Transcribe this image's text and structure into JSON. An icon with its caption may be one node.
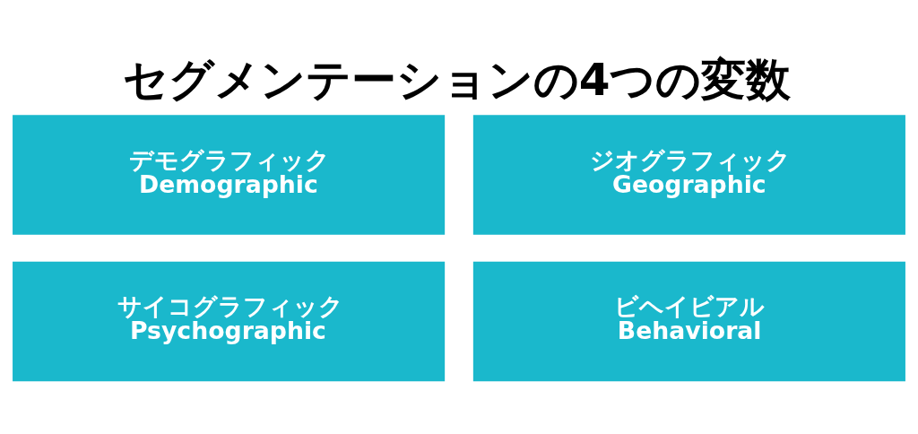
{
  "diagram": {
    "title": "セグメンテーションの4つの変数",
    "nodes": [
      {
        "text": [
          "デモグラフィック",
          "Demographic"
        ]
      },
      {
        "text": [
          "ジオグラフィック",
          "Geographic"
        ]
      },
      {
        "text": [
          "サイコグラフィック",
          "Psychographic"
        ]
      },
      {
        "text": [
          "ビヘイビアル",
          "Behavioral"
        ]
      }
    ],
    "edges": []
  }
}
